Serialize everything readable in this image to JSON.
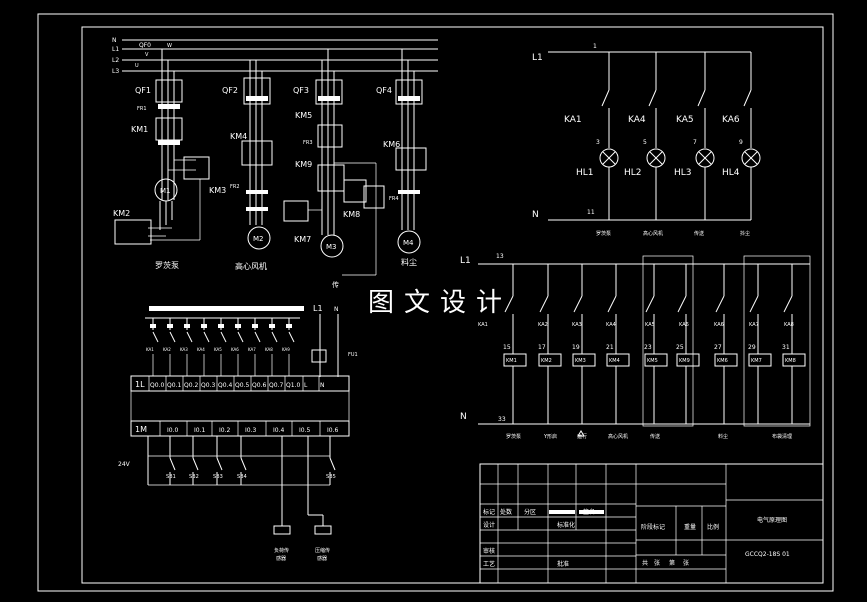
{
  "motor_circuit": {
    "bus": [
      "N",
      "L1",
      "L2",
      "L3"
    ],
    "qs_label": "QF0",
    "u_label": "U",
    "v_label": "V",
    "w_label": "W",
    "breakers": [
      "QF1",
      "QF2",
      "QF3",
      "QF4"
    ],
    "contactors": {
      "km1": "KM1",
      "km2": "KM2",
      "km3": "KM3",
      "km4": "KM4",
      "km5": "KM5",
      "km6": "KM6",
      "km7": "KM7",
      "km8": "KM8",
      "km9": "KM9"
    },
    "relays": {
      "fr1": "FR1",
      "fr2": "FR2",
      "fr3": "FR3",
      "fr4": "FR4"
    },
    "motors": [
      "M1",
      "M2",
      "M3",
      "M4"
    ],
    "names": [
      "罗茨泵",
      "高心风机",
      "传",
      "料尘"
    ]
  },
  "lamp_circuit": {
    "l1": "L1",
    "n": "N",
    "top_node": "1",
    "bottom_node": "11",
    "relays": [
      "KA1",
      "KA4",
      "KA5",
      "KA6"
    ],
    "nodes": [
      "3",
      "5",
      "7",
      "9"
    ],
    "lamps": [
      "HL1",
      "HL2",
      "HL3",
      "HL4"
    ],
    "names": [
      "罗茨泵",
      "高心风机",
      "传送",
      "抖尘"
    ]
  },
  "relay_circuit": {
    "l1": "L1",
    "n": "N",
    "top_node": "13",
    "bottom_node": "33",
    "relays": [
      "KA1",
      "KA2",
      "KA3",
      "KA4",
      "KA5",
      "KA6",
      "KA6",
      "KA7",
      "KA8"
    ],
    "nodes": [
      "15",
      "17",
      "19",
      "21",
      "23",
      "25",
      "27",
      "29",
      "31"
    ],
    "coils": [
      "KM1",
      "KM2",
      "KM3",
      "KM4",
      "KM5",
      "KM9",
      "KM6",
      "KM7",
      "KM8"
    ],
    "names": [
      "罗茨泵",
      "Y形启",
      "运行",
      "高心风机",
      "传送",
      "料尘",
      "布袋清理"
    ]
  },
  "plc": {
    "l1": "L1",
    "n": "N",
    "fuse": "FU1",
    "relays": [
      "KA1",
      "KA2",
      "KA3",
      "KA4",
      "KA5",
      "KA6",
      "KA7",
      "KA8",
      "KA9"
    ],
    "outputs": [
      "1L",
      "Q0.0",
      "Q0.1",
      "Q0.2",
      "Q0.3",
      "Q0.4",
      "Q0.5",
      "Q0.6",
      "Q0.7",
      "Q1.0",
      "L",
      "N"
    ],
    "inputs": [
      "1M",
      "I0.0",
      "I0.1",
      "I0.2",
      "I0.3",
      "I0.4",
      "I0.5",
      "I0.6"
    ],
    "voltage": "24V",
    "buttons": [
      "SB1",
      "SB2",
      "SB3",
      "SB4",
      "SB5"
    ],
    "sensor_left": [
      "负荷传",
      "感器"
    ],
    "sensor_right": [
      "压缩传",
      "感器"
    ]
  },
  "title_block": {
    "r1": [
      "标记",
      "处数",
      "分区",
      "签名"
    ],
    "r2": [
      "设计",
      "标准化"
    ],
    "r3": [
      "审核"
    ],
    "r4": [
      "工艺",
      "批准"
    ],
    "stage": "阶段标记",
    "weight": "重量",
    "scale": "比例",
    "sheet": [
      "共",
      "张",
      "第",
      "张"
    ],
    "drawing_title": "电气原理图",
    "drawing_number": "GCCQ2-18S 01"
  },
  "watermark": "图文设计"
}
